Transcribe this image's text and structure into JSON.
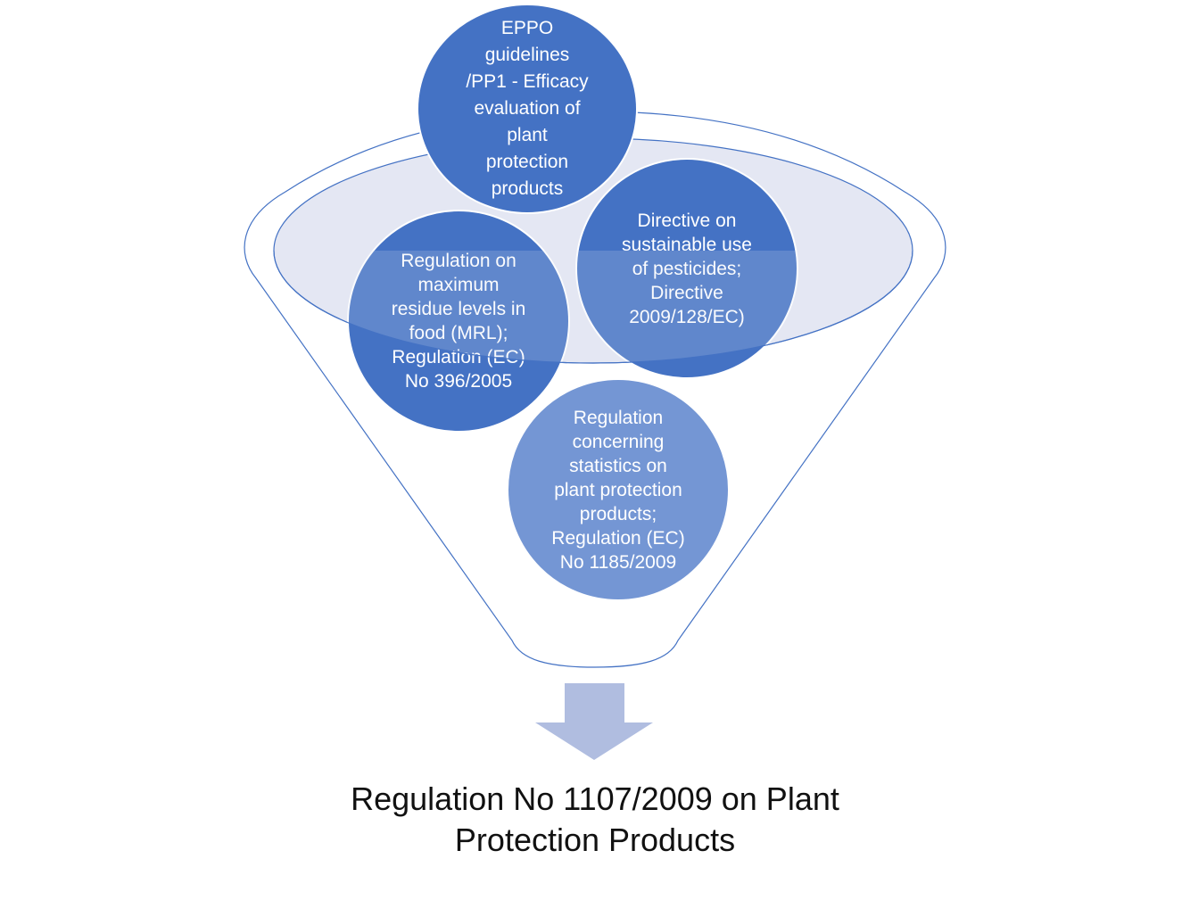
{
  "colors": {
    "circle_dark": "#4472c4",
    "circle_light": "#7496d4",
    "funnel_outline": "#4472c4",
    "funnel_inner_fill": "#e4e7f3",
    "arrow": "#b0bde0"
  },
  "inputs": {
    "eppo": "EPPO\nguidelines\n/PP1 - Efficacy\nevaluation of\nplant\nprotection\nproducts",
    "mrl": "Regulation on\nmaximum\nresidue levels in\nfood (MRL);\nRegulation (EC)\nNo 396/2005",
    "directive": "Directive on\nsustainable use\nof pesticides;\nDirective\n2009/128/EC)",
    "statistics": "Regulation\nconcerning\nstatistics on\nplant protection\nproducts;\nRegulation (EC)\nNo 1185/2009"
  },
  "output": {
    "label": "Regulation No 1107/2009 on Plant\nProtection Products"
  }
}
